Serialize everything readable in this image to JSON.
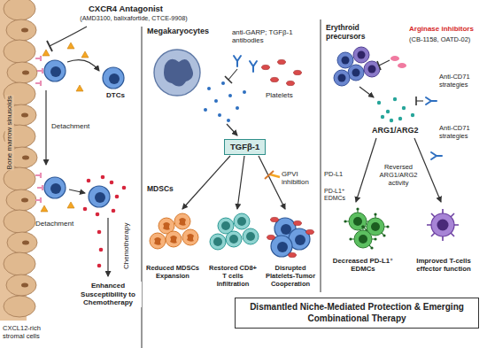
{
  "diagram": {
    "nodes": [
      {
        "text": [
          "TGFβ-1"
        ]
      },
      {
        "text": [
          "Dismantled Niche-Mediated Protection & Emerging Combinational Therapy"
        ]
      }
    ],
    "labels": [
      "CXCR4 Antagonist",
      "(AMD3100, balixafortide, CTCE-9908)",
      "DTCs",
      "Detachment",
      "Detachment",
      "Chemotherapy",
      "Enhanced Susceptibility to Chemotherapy",
      "Bone marrow sinusoids",
      "CXCL12-rich stromal cells",
      "Megakaryocytes",
      "anti-GARP; TGFβ-1 antibodies",
      "Platelets",
      "GPVI inhibition",
      "MDSCs",
      "Reduced MDSCs Expansion",
      "Restored CD8+ T cells Infiltration",
      "Disrupted Platelets-Tumor Cooperation",
      "Erythroid precursors",
      "Arginase inhibitors",
      "(CB-1158, OATD-02)",
      "Anti-CD71 strategies",
      "ARG1/ARG2",
      "Anti-CD71 strategies",
      "PD-L1",
      "Reversed ARG1/ARG2 activity",
      "PD-L1⁺ EDMCs",
      "Decreased PD-L1⁺ EDMCs",
      "Improved T-cells effector function"
    ]
  }
}
